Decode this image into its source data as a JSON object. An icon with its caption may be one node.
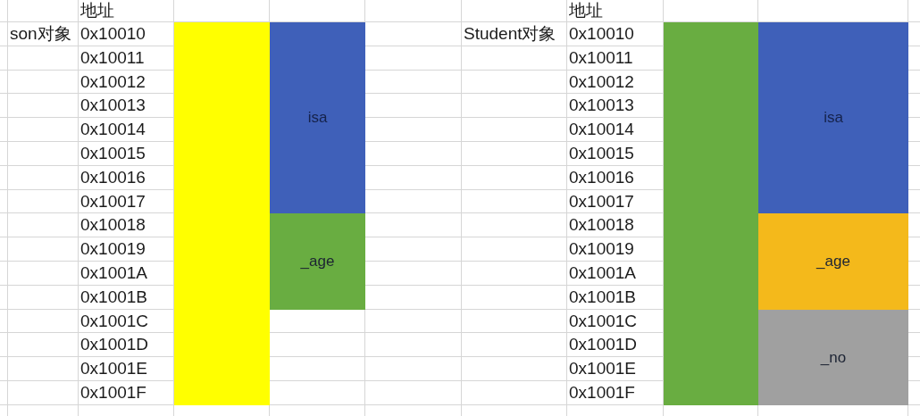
{
  "diagram": {
    "nodes": [
      {
        "text": [],
        "shape": "box"
      },
      {
        "text": [
          "isa"
        ]
      },
      {
        "text": [
          "_age"
        ]
      },
      {
        "text": [],
        "shape": "box"
      },
      {
        "text": [
          "isa"
        ]
      },
      {
        "text": [
          "_age"
        ]
      },
      {
        "text": [
          "_no"
        ]
      }
    ],
    "labels": [
      "地址",
      "son对象",
      "0x10010",
      "0x10011",
      "0x10012",
      "0x10013",
      "0x10014",
      "0x10015",
      "0x10016",
      "0x10017",
      "0x10018",
      "0x10019",
      "0x1001A",
      "0x1001B",
      "0x1001C",
      "0x1001D",
      "0x1001E",
      "0x1001F",
      "地址",
      "Student对象",
      "0x10010",
      "0x10011",
      "0x10012",
      "0x10013",
      "0x10014",
      "0x10015",
      "0x10016",
      "0x10017",
      "0x10018",
      "0x10019",
      "0x1001A",
      "0x1001B",
      "0x1001C",
      "0x1001D",
      "0x1001E",
      "0x1001F"
    ]
  }
}
